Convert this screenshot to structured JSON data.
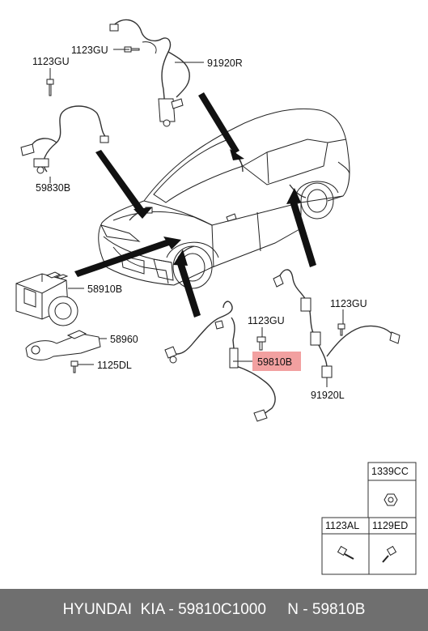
{
  "labels": {
    "bolt_top": "1123GU",
    "bolt_top_left": "1123GU",
    "sensor_rear_right": "91920R",
    "sensor_front_left": "59830B",
    "abs_unit": "58910B",
    "bracket": "58960",
    "bolt_bracket": "1125DL",
    "bolt_mid": "1123GU",
    "sensor_highlight": "59810B",
    "bolt_right": "1123GU",
    "sensor_rear_left": "91920L"
  },
  "legend": {
    "nut": "1339CC",
    "bolt_a": "1123AL",
    "bolt_b": "1129ED"
  },
  "footer": {
    "text": "HYUNDAI  KIA - 59810C1000     N - 59810B"
  },
  "colors": {
    "highlight": "#f2a0a0",
    "footer_bg": "#6f6f6f"
  }
}
